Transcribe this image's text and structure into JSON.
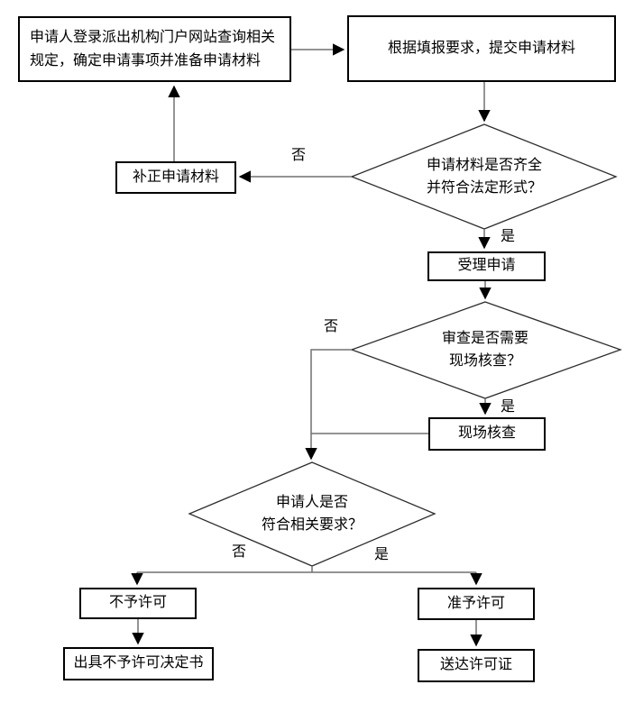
{
  "flowchart": {
    "nodes": {
      "query": "申请人登录派出机构门户网站查询相关规定，确定申请事项并准备申请材料",
      "submit": "根据填报要求，提交申请材料",
      "correct": "补正申请材料",
      "accept": "受理申请",
      "inspect": "现场核查",
      "deny": "不予许可",
      "deny_doc": "出具不予许可决定书",
      "grant": "准予许可",
      "deliver": "送达许可证"
    },
    "decisions": {
      "materials": {
        "line1": "申请材料是否齐全",
        "line2": "并符合法定形式？"
      },
      "review": {
        "line1": "审查是否需要",
        "line2": "现场核查？"
      },
      "qualify": {
        "line1": "申请人是否",
        "line2": "符合相关要求？"
      }
    },
    "labels": {
      "yes": "是",
      "no": "否"
    },
    "colors": {
      "line": "#707070",
      "border": "#000000",
      "background": "#ffffff",
      "text": "#000000"
    }
  }
}
